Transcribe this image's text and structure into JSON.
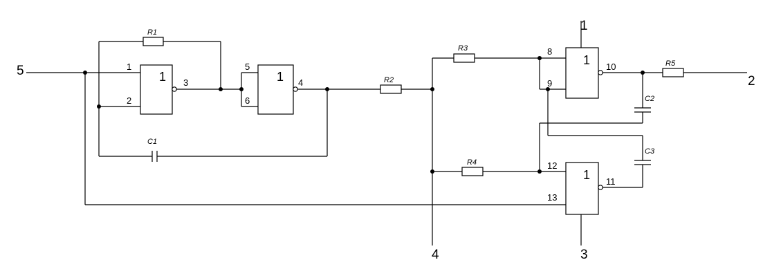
{
  "terminals": {
    "t5": "5",
    "t1": "1",
    "t2": "2",
    "t4": "4",
    "t3": "3"
  },
  "gates": {
    "dd1": "1",
    "dd2": "1",
    "dd3": "1",
    "dd4": "1"
  },
  "pins": {
    "p1": "1",
    "p2": "2",
    "p3": "3",
    "p4": "4",
    "p5": "5",
    "p6": "6",
    "p8": "8",
    "p9": "9",
    "p10": "10",
    "p11": "11",
    "p12": "12",
    "p13": "13"
  },
  "components": {
    "R1": "R1",
    "R2": "R2",
    "R3": "R3",
    "R4": "R4",
    "R5": "R5",
    "C1": "C1",
    "C2": "C2",
    "C3": "C3"
  }
}
